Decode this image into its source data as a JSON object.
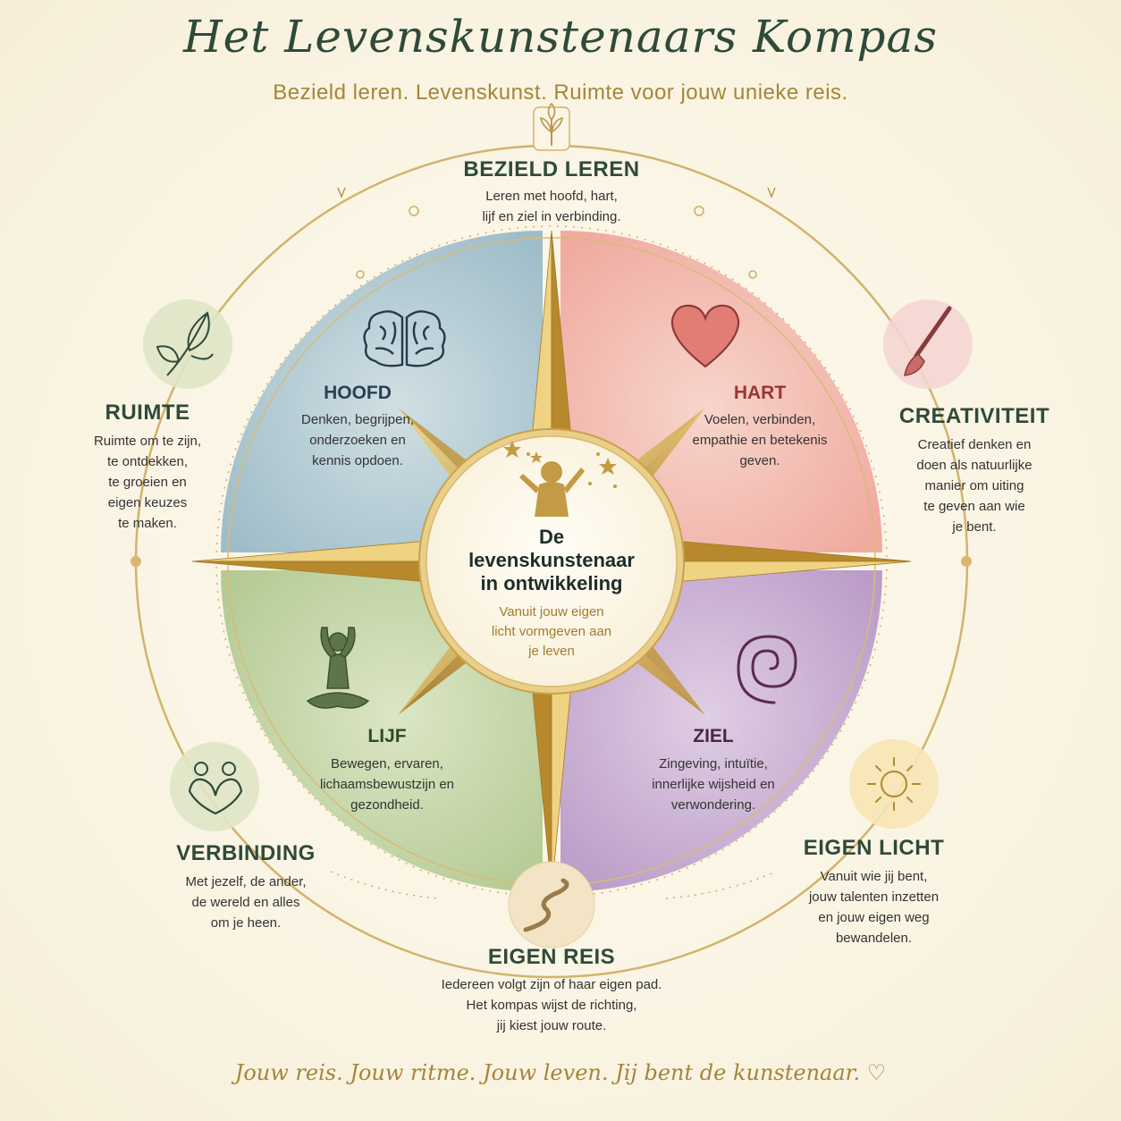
{
  "title": "Het Levenskunstenaars Kompas",
  "subtitle": "Bezield leren. Levenskunst. Ruimte voor jouw unieke reis.",
  "center": {
    "title": "De\nlevenskunstenaar\nin ontwikkeling",
    "subtitle": "Vanuit jouw eigen\nlicht vormgeven aan\nje leven"
  },
  "quadrants": {
    "hoofd": {
      "heading": "HOOFD",
      "text": "Denken, begrijpen,\nonderzoeken en\nkennis opdoen.",
      "icon": "brain-icon",
      "color": "#8fb3c4"
    },
    "hart": {
      "heading": "HART",
      "text": "Voelen, verbinden,\nempathie en betekenis\ngeven.",
      "icon": "heart-icon",
      "color": "#ef9f97"
    },
    "lijf": {
      "heading": "LIJF",
      "text": "Bewegen, ervaren,\nlichaamsbewustzijn en\ngezondheid.",
      "icon": "meditation-icon",
      "color": "#a9c386"
    },
    "ziel": {
      "heading": "ZIEL",
      "text": "Zingeving, intuïtie,\ninnerlijke wijsheid en\nverwondering.",
      "icon": "spiral-icon",
      "color": "#b593c6"
    }
  },
  "outer": {
    "bezield": {
      "heading": "BEZIELD LEREN",
      "text": "Leren met hoofd, hart,\nlijf en ziel in verbinding.",
      "icon": "sprout-icon"
    },
    "ruimte": {
      "heading": "RUIMTE",
      "text": "Ruimte om te zijn,\nte ontdekken,\nte groeien en\neigen keuzes\nte maken.",
      "icon": "leaves-icon"
    },
    "creativiteit": {
      "heading": "CREATIVITEIT",
      "text": "Creatief denken en\ndoen als natuurlijke\nmanier om uiting\nte geven aan wie\nje bent.",
      "icon": "paintbrush-icon"
    },
    "verbinding": {
      "heading": "VERBINDING",
      "text": "Met jezelf, de ander,\nde wereld en alles\nom je heen.",
      "icon": "people-heart-icon"
    },
    "eigen_licht": {
      "heading": "EIGEN LICHT",
      "text": "Vanuit wie jij bent,\njouw talenten inzetten\nen jouw eigen weg\nbewandelen.",
      "icon": "sun-icon"
    },
    "eigen_reis": {
      "heading": "EIGEN REIS",
      "text": "Iedereen volgt zijn of haar eigen pad.\nHet kompas wijst de richting,\njij kiest jouw route.",
      "icon": "path-icon"
    }
  },
  "footer": "Jouw reis. Jouw ritme. Jouw leven. Jij bent de kunstenaar. ♡",
  "colors": {
    "gold": "#c9a24e",
    "green_dark": "#2f4a3a",
    "accent": "#a5853a"
  }
}
